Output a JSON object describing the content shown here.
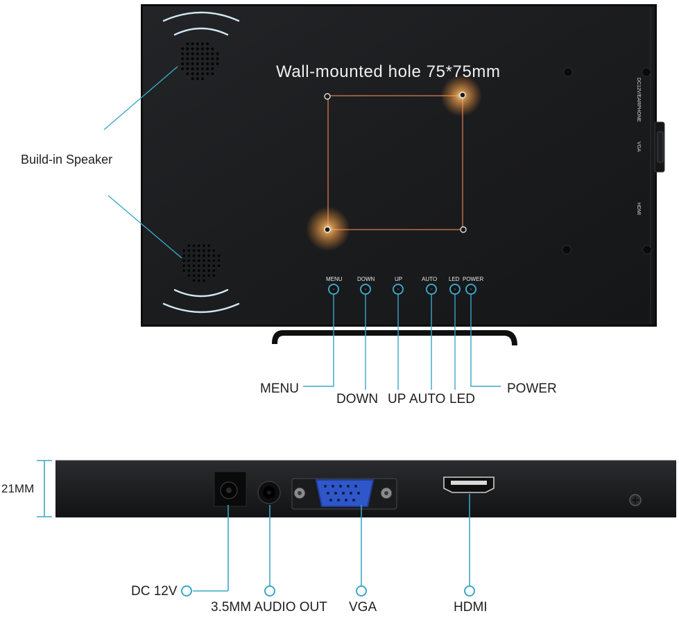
{
  "monitor_back": {
    "wall_mount_label": "Wall-mounted hole 75*75mm",
    "speaker_label": "Build-in Speaker",
    "side_port_labels": [
      "DC12V/EARPHONE",
      "VGA",
      "HDMI"
    ],
    "buttons": [
      {
        "panel_label": "MENU",
        "callout": "MENU"
      },
      {
        "panel_label": "DOWN",
        "callout": "DOWN"
      },
      {
        "panel_label": "UP",
        "callout": "UP"
      },
      {
        "panel_label": "AUTO",
        "callout": "AUTO"
      },
      {
        "panel_label": "LED",
        "callout": "LED"
      },
      {
        "panel_label": "POWER",
        "callout": "POWER"
      }
    ]
  },
  "side_view": {
    "thickness_label": "21MM",
    "ports": [
      {
        "callout": "DC 12V"
      },
      {
        "callout": "3.5MM AUDIO OUT"
      },
      {
        "callout": "VGA"
      },
      {
        "callout": "HDMI"
      }
    ]
  },
  "colors": {
    "callout": "#3aa6c8",
    "panel": "#1a1b1d",
    "mount_line": "#c9724e",
    "glow": "#ffb25a",
    "vga_blue": "#2f57c9"
  }
}
